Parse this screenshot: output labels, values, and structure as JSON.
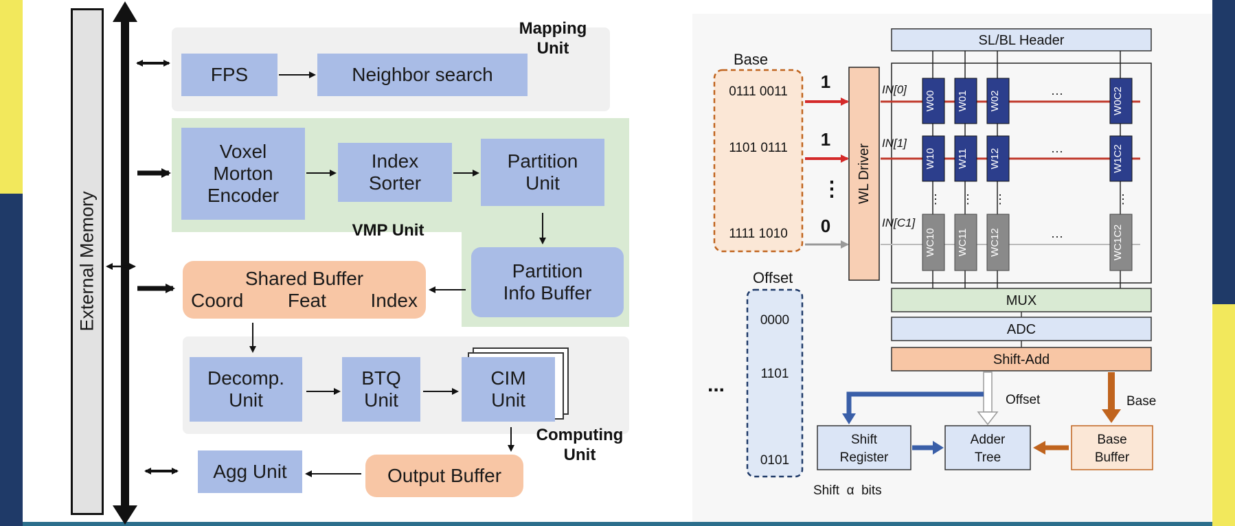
{
  "left": {
    "external_memory_label": "External Memory",
    "mapping_unit": {
      "label_line1": "Mapping",
      "label_line2": "Unit",
      "fps": "FPS",
      "neighbor_search": "Neighbor search"
    },
    "vmp_unit": {
      "label": "VMP Unit",
      "voxel_encoder": [
        "Voxel",
        "Morton",
        "Encoder"
      ],
      "index_sorter": [
        "Index",
        "Sorter"
      ],
      "partition_unit": [
        "Partition",
        "Unit"
      ],
      "partition_info_buffer": [
        "Partition",
        "Info Buffer"
      ]
    },
    "shared_buffer": {
      "title": "Shared Buffer",
      "coord": "Coord",
      "feat": "Feat",
      "index": "Index"
    },
    "computing_unit": {
      "label_line1": "Computing",
      "label_line2": "Unit",
      "decomp_unit": [
        "Decomp.",
        "Unit"
      ],
      "btq_unit": [
        "BTQ",
        "Unit"
      ],
      "cim_unit": [
        "CIM",
        "Unit"
      ]
    },
    "agg_unit": "Agg Unit",
    "output_buffer": "Output Buffer"
  },
  "right": {
    "base_label": "Base",
    "base_values": [
      "0111 0011",
      "1101 0111",
      "1111 1010"
    ],
    "input_bits": [
      "1",
      "1",
      "0"
    ],
    "in_labels": [
      "IN[0]",
      "IN[1]",
      "IN[C1]"
    ],
    "wl_driver": "WL Driver",
    "sl_bl_header": "SL/BL Header",
    "weight_rows": [
      [
        "W00",
        "W01",
        "W02",
        "W0C2"
      ],
      [
        "W10",
        "W11",
        "W12",
        "W1C2"
      ],
      [
        "WC10",
        "WC11",
        "WC12",
        "WC1C2"
      ]
    ],
    "mux": "MUX",
    "adc": "ADC",
    "shift_add": "Shift-Add",
    "offset_label": "Offset",
    "offset_values": [
      "0000",
      "1101",
      "0101"
    ],
    "ellipsis": "...",
    "offset_arrow_label": "Offset",
    "base_arrow_label": "Base",
    "shift_register": [
      "Shift",
      "Register"
    ],
    "adder_tree": [
      "Adder",
      "Tree"
    ],
    "base_buffer": [
      "Base",
      "Buffer"
    ],
    "shift_note": "Shift  α  bits"
  },
  "colors": {
    "blue_box": "#a9bce6",
    "orange_box": "#f8c6a5",
    "green_panel": "#d9ead3",
    "grey_panel": "#f0f0f0",
    "navy": "#1f3a68",
    "yellow": "#f2e85c",
    "weight_cell": "#2c3e8c",
    "red_line": "#c0392b",
    "orange_arrow": "#c0641e"
  }
}
